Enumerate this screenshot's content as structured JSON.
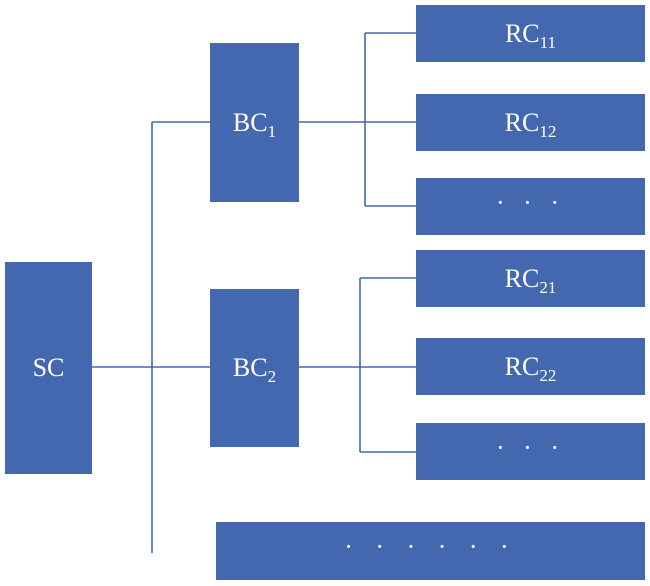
{
  "nodes": {
    "sc": {
      "label": "SC"
    },
    "bc1": {
      "label": "BC",
      "sub": "1"
    },
    "bc2": {
      "label": "BC",
      "sub": "2"
    },
    "rc11": {
      "label": "RC",
      "sub": "11"
    },
    "rc12": {
      "label": "RC",
      "sub": "12"
    },
    "rc1n": {
      "label": "· · ·"
    },
    "rc21": {
      "label": "RC",
      "sub": "21"
    },
    "rc22": {
      "label": "RC",
      "sub": "22"
    },
    "rc2n": {
      "label": "· · ·"
    },
    "bcn": {
      "label": "· · · · · ·"
    }
  },
  "colors": {
    "box_fill": "#4468b0",
    "connector": "#4468b0",
    "text": "#ffffff"
  }
}
